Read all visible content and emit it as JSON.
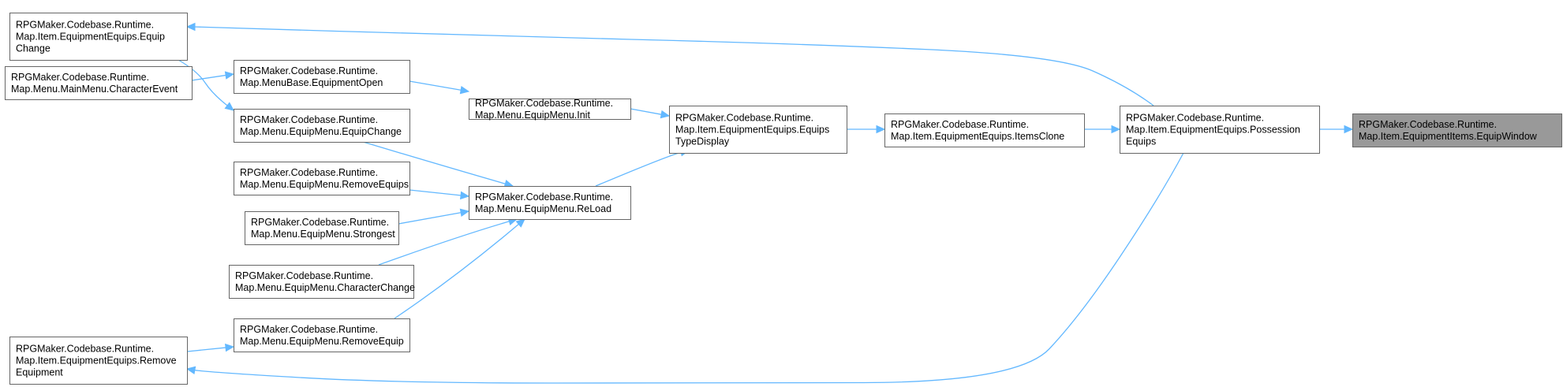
{
  "nodes": {
    "equipwindow": [
      "RPGMaker.Codebase.Runtime.",
      "Map.Item.EquipmentItems.EquipWindow"
    ],
    "possession": [
      "RPGMaker.Codebase.Runtime.",
      "Map.Item.EquipmentEquips.Possession",
      "Equips"
    ],
    "itemsclone": [
      "RPGMaker.Codebase.Runtime.",
      "Map.Item.EquipmentEquips.ItemsClone"
    ],
    "typedisplay": [
      "RPGMaker.Codebase.Runtime.",
      "Map.Item.EquipmentEquips.Equips",
      "TypeDisplay"
    ],
    "init": [
      "RPGMaker.Codebase.Runtime.",
      "Map.Menu.EquipMenu.Init"
    ],
    "reload": [
      "RPGMaker.Codebase.Runtime.",
      "Map.Menu.EquipMenu.ReLoad"
    ],
    "equipopen": [
      "RPGMaker.Codebase.Runtime.",
      "Map.MenuBase.EquipmentOpen"
    ],
    "equipchange_menu": [
      "RPGMaker.Codebase.Runtime.",
      "Map.Menu.EquipMenu.EquipChange"
    ],
    "removeequips": [
      "RPGMaker.Codebase.Runtime.",
      "Map.Menu.EquipMenu.RemoveEquips"
    ],
    "strongest": [
      "RPGMaker.Codebase.Runtime.",
      "Map.Menu.EquipMenu.Strongest"
    ],
    "characterchange": [
      "RPGMaker.Codebase.Runtime.",
      "Map.Menu.EquipMenu.CharacterChange"
    ],
    "removeequip": [
      "RPGMaker.Codebase.Runtime.",
      "Map.Menu.EquipMenu.RemoveEquip"
    ],
    "equipchange_equips": [
      "RPGMaker.Codebase.Runtime.",
      "Map.Item.EquipmentEquips.Equip",
      "Change"
    ],
    "characterevent": [
      "RPGMaker.Codebase.Runtime.",
      "Map.Menu.MainMenu.CharacterEvent"
    ],
    "removeequipment": [
      "RPGMaker.Codebase.Runtime.",
      "Map.Item.EquipmentEquips.Remove",
      "Equipment"
    ]
  },
  "highlighted_node": "equipwindow",
  "edges": [
    [
      "possession",
      "equipwindow"
    ],
    [
      "itemsclone",
      "possession"
    ],
    [
      "equipchange_equips",
      "possession"
    ],
    [
      "removeequipment",
      "possession"
    ],
    [
      "typedisplay",
      "itemsclone"
    ],
    [
      "init",
      "typedisplay"
    ],
    [
      "reload",
      "typedisplay"
    ],
    [
      "equipopen",
      "init"
    ],
    [
      "equipchange_menu",
      "reload"
    ],
    [
      "removeequips",
      "reload"
    ],
    [
      "strongest",
      "reload"
    ],
    [
      "characterchange",
      "reload"
    ],
    [
      "removeequip",
      "reload"
    ],
    [
      "characterevent",
      "equipopen"
    ],
    [
      "equipchange_equips",
      "equipchange_menu"
    ],
    [
      "removeequipment",
      "removeequip"
    ]
  ],
  "colors": {
    "edge": "#63b8ff",
    "node_border": "#666666",
    "node_fill": "#ffffff",
    "highlight_fill": "#999999"
  }
}
